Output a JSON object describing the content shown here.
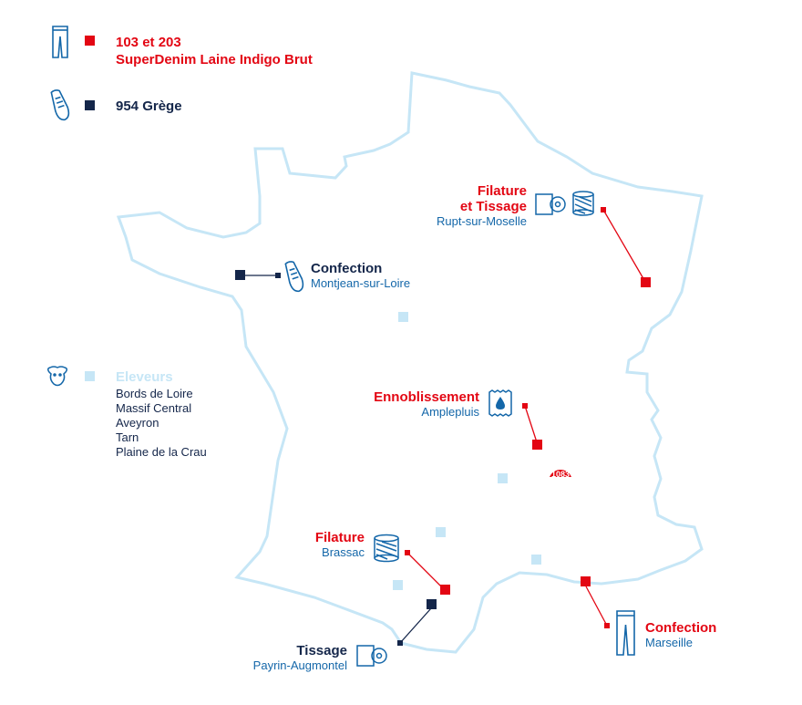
{
  "legend": {
    "product_red": {
      "line1": "103 et 203",
      "line2": "SuperDenim Laine Indigo Brut",
      "icon": "jeans-icon",
      "color": "#e30613"
    },
    "product_navy": {
      "label": "954 Grège",
      "icon": "shoe-icon",
      "color": "#14264a"
    },
    "breeders": {
      "title": "Eleveurs",
      "icon": "sheep-icon",
      "color": "#c6e6f6",
      "regions": [
        "Bords de Loire",
        "Massif Central",
        "Aveyron",
        "Tarn",
        "Plaine de la Crau"
      ]
    }
  },
  "sites": {
    "rupt": {
      "line1": "Filature",
      "line2": "et Tissage",
      "city": "Rupt-sur-Moselle",
      "icons": [
        "fabric-roll-icon",
        "yarn-spool-icon"
      ]
    },
    "montjean": {
      "name": "Confection",
      "city": "Montjean-sur-Loire",
      "icons": [
        "shoe-icon"
      ]
    },
    "amplepluis": {
      "name": "Ennoblissement",
      "city": "Amplepluis",
      "icons": [
        "water-drop-fabric-icon"
      ]
    },
    "brassac": {
      "name": "Filature",
      "city": "Brassac",
      "icons": [
        "yarn-spool-icon"
      ]
    },
    "payrin": {
      "name": "Tissage",
      "city": "Payrin-Augmontel",
      "icons": [
        "fabric-roll-icon"
      ]
    },
    "marseille": {
      "name": "Confection",
      "city": "Marseille",
      "icons": [
        "jeans-icon"
      ]
    }
  },
  "badge": {
    "text": "1083",
    "icon": "brand-badge-icon"
  },
  "colors": {
    "red": "#e30613",
    "navy": "#14264a",
    "blue": "#1467a9",
    "map_outline": "#c6e6f6"
  }
}
